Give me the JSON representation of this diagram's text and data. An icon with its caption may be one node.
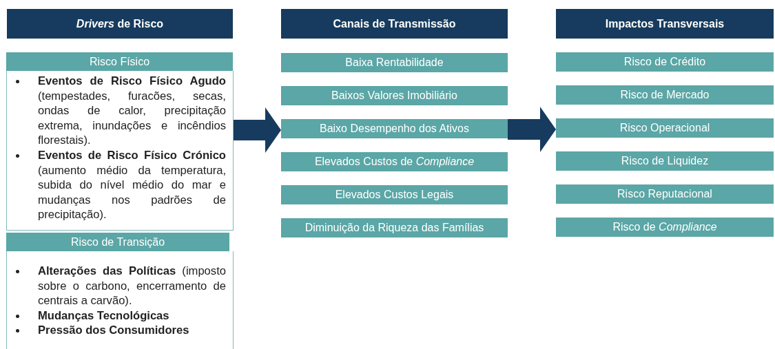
{
  "diagram": {
    "nodes": [
      {
        "text": [
          "*Drivers* de Risco"
        ]
      },
      {
        "text": [
          "Risco Físico",
          "**Eventos de Risco Físico Agudo** (tempestades, furacões, secas, ondas de calor, precipitação extrema, inundações e incêndios florestais).",
          "**Eventos de Risco Físico Crónico** (aumento médio da temperatura, subida do nível médio do mar e mudanças nos padrões de precipitação)."
        ]
      },
      {
        "text": [
          "Risco de Transição",
          "**Alterações das Políticas** (imposto sobre o carbono, encerramento de centrais a carvão).",
          "Mudanças Tecnológicas",
          "Pressão dos Consumidores"
        ]
      },
      {
        "text": [
          "Canais de Transmissão"
        ]
      },
      {
        "text": [
          "Baixa Rentabilidade"
        ]
      },
      {
        "text": [
          "Baixos Valores Imobiliário"
        ]
      },
      {
        "text": [
          "Baixo Desempenho dos Ativos"
        ]
      },
      {
        "text": [
          "Elevados Custos de *Compliance*"
        ]
      },
      {
        "text": [
          "Elevados Custos Legais"
        ]
      },
      {
        "text": [
          "Diminuição da Riqueza das Famílias"
        ]
      },
      {
        "text": [
          "Impactos Transversais"
        ]
      },
      {
        "text": [
          "Risco de Crédito"
        ]
      },
      {
        "text": [
          "Risco de Mercado"
        ]
      },
      {
        "text": [
          "Risco Operacional"
        ]
      },
      {
        "text": [
          "Risco de Liquidez"
        ]
      },
      {
        "text": [
          "Risco Reputacional"
        ]
      },
      {
        "text": [
          "Risco de *Compliance*"
        ]
      }
    ],
    "edges": [
      {
        "from": 1,
        "to": 6,
        "arrow": "to"
      },
      {
        "from": 6,
        "to": 13,
        "arrow": "to"
      }
    ]
  }
}
